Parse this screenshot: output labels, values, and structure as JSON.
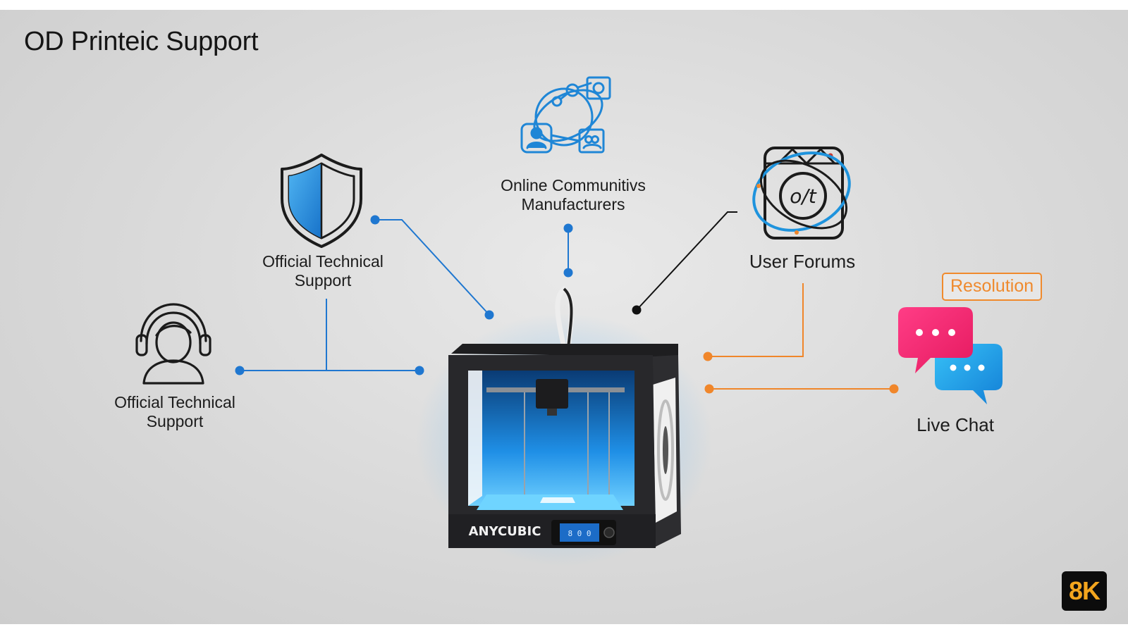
{
  "title": "OD Printeic Support",
  "nodes": {
    "shield": {
      "line1": "Official Technical",
      "line2": "Support",
      "icon": "shield-icon"
    },
    "headset": {
      "line1": "Official Technical",
      "line2": "Support",
      "icon": "headset-person-icon"
    },
    "community": {
      "line1": "Online Communitivs",
      "line2": "Manufacturers",
      "icon": "network-community-icon"
    },
    "forums": {
      "label": "User Forums",
      "icon": "globe-forum-icon"
    },
    "chat": {
      "label": "Live Chat",
      "tag": "Resolution",
      "icon": "chat-bubbles-icon"
    }
  },
  "printer": {
    "brand": "ANYCUBIC",
    "icon": "3d-printer-icon"
  },
  "badge": "8K",
  "colors": {
    "blue": "#1f77d0",
    "orange": "#f0862a",
    "dark": "#111111",
    "pink": "#f0346f",
    "cyan": "#1ea8ec"
  }
}
